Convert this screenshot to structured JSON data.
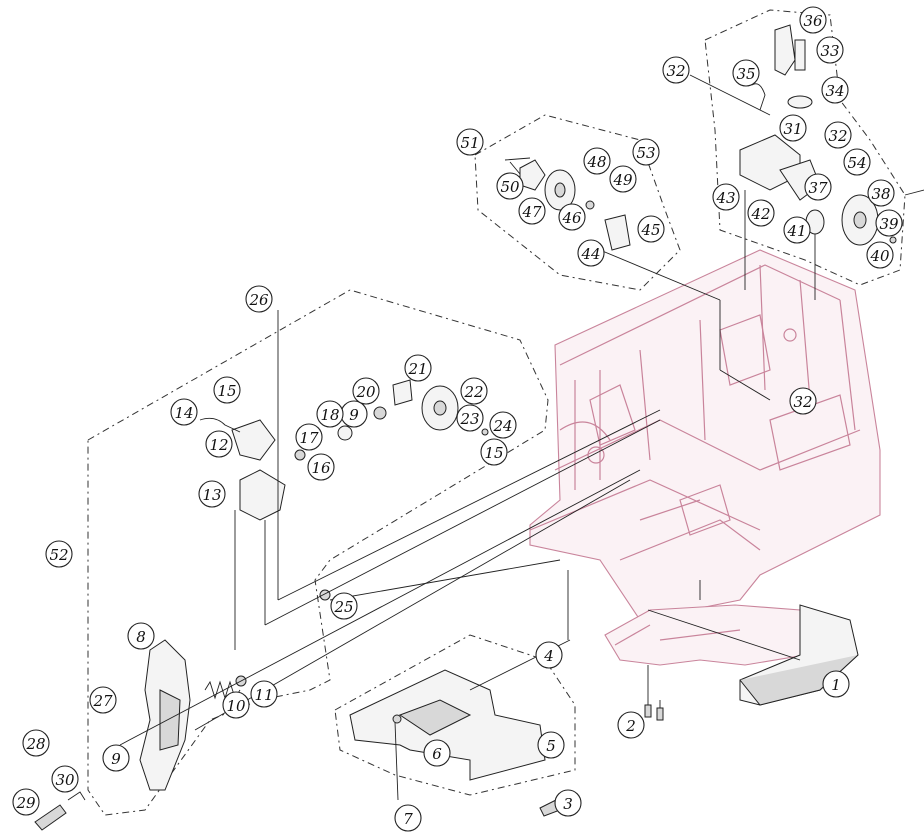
{
  "diagram": {
    "callouts": [
      {
        "id": "c1",
        "label": "1"
      },
      {
        "id": "c2",
        "label": "2"
      },
      {
        "id": "c3",
        "label": "3"
      },
      {
        "id": "c4",
        "label": "4"
      },
      {
        "id": "c5",
        "label": "5"
      },
      {
        "id": "c6",
        "label": "6"
      },
      {
        "id": "c7",
        "label": "7"
      },
      {
        "id": "c8",
        "label": "8"
      },
      {
        "id": "c9a",
        "label": "9"
      },
      {
        "id": "c9b",
        "label": "9"
      },
      {
        "id": "c10",
        "label": "10"
      },
      {
        "id": "c11",
        "label": "11"
      },
      {
        "id": "c12",
        "label": "12"
      },
      {
        "id": "c13",
        "label": "13"
      },
      {
        "id": "c14",
        "label": "14"
      },
      {
        "id": "c15a",
        "label": "15"
      },
      {
        "id": "c15b",
        "label": "15"
      },
      {
        "id": "c16",
        "label": "16"
      },
      {
        "id": "c17",
        "label": "17"
      },
      {
        "id": "c18",
        "label": "18"
      },
      {
        "id": "c20",
        "label": "20"
      },
      {
        "id": "c21",
        "label": "21"
      },
      {
        "id": "c22",
        "label": "22"
      },
      {
        "id": "c23",
        "label": "23"
      },
      {
        "id": "c24",
        "label": "24"
      },
      {
        "id": "c25",
        "label": "25"
      },
      {
        "id": "c26",
        "label": "26"
      },
      {
        "id": "c27",
        "label": "27"
      },
      {
        "id": "c28",
        "label": "28"
      },
      {
        "id": "c29",
        "label": "29"
      },
      {
        "id": "c30",
        "label": "30"
      },
      {
        "id": "c31",
        "label": "31"
      },
      {
        "id": "c32a",
        "label": "32"
      },
      {
        "id": "c32b",
        "label": "32"
      },
      {
        "id": "c32c",
        "label": "32"
      },
      {
        "id": "c33",
        "label": "33"
      },
      {
        "id": "c34",
        "label": "34"
      },
      {
        "id": "c35",
        "label": "35"
      },
      {
        "id": "c36",
        "label": "36"
      },
      {
        "id": "c37",
        "label": "37"
      },
      {
        "id": "c38",
        "label": "38"
      },
      {
        "id": "c39",
        "label": "39"
      },
      {
        "id": "c40",
        "label": "40"
      },
      {
        "id": "c41",
        "label": "41"
      },
      {
        "id": "c42",
        "label": "42"
      },
      {
        "id": "c43",
        "label": "43"
      },
      {
        "id": "c44",
        "label": "44"
      },
      {
        "id": "c45",
        "label": "45"
      },
      {
        "id": "c46",
        "label": "46"
      },
      {
        "id": "c47",
        "label": "47"
      },
      {
        "id": "c48",
        "label": "48"
      },
      {
        "id": "c49",
        "label": "49"
      },
      {
        "id": "c50",
        "label": "50"
      },
      {
        "id": "c51",
        "label": "51"
      },
      {
        "id": "c52",
        "label": "52"
      },
      {
        "id": "c53",
        "label": "53"
      },
      {
        "id": "c54",
        "label": "54"
      }
    ],
    "colors": {
      "frame": "#c9849b",
      "line": "#222222"
    }
  }
}
